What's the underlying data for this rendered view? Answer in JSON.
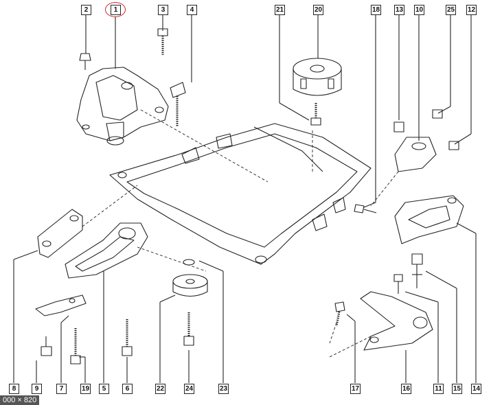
{
  "callouts_top": [
    "2",
    "1",
    "3",
    "4",
    "21",
    "20",
    "18",
    "13",
    "10",
    "25",
    "12"
  ],
  "callouts_bottom": [
    "8",
    "9",
    "7",
    "19",
    "5",
    "6",
    "22",
    "24",
    "23",
    "17",
    "16",
    "11",
    "15",
    "14"
  ],
  "highlighted": "1",
  "highlight_color": "#d22222",
  "image_size_label": "000 × 820"
}
